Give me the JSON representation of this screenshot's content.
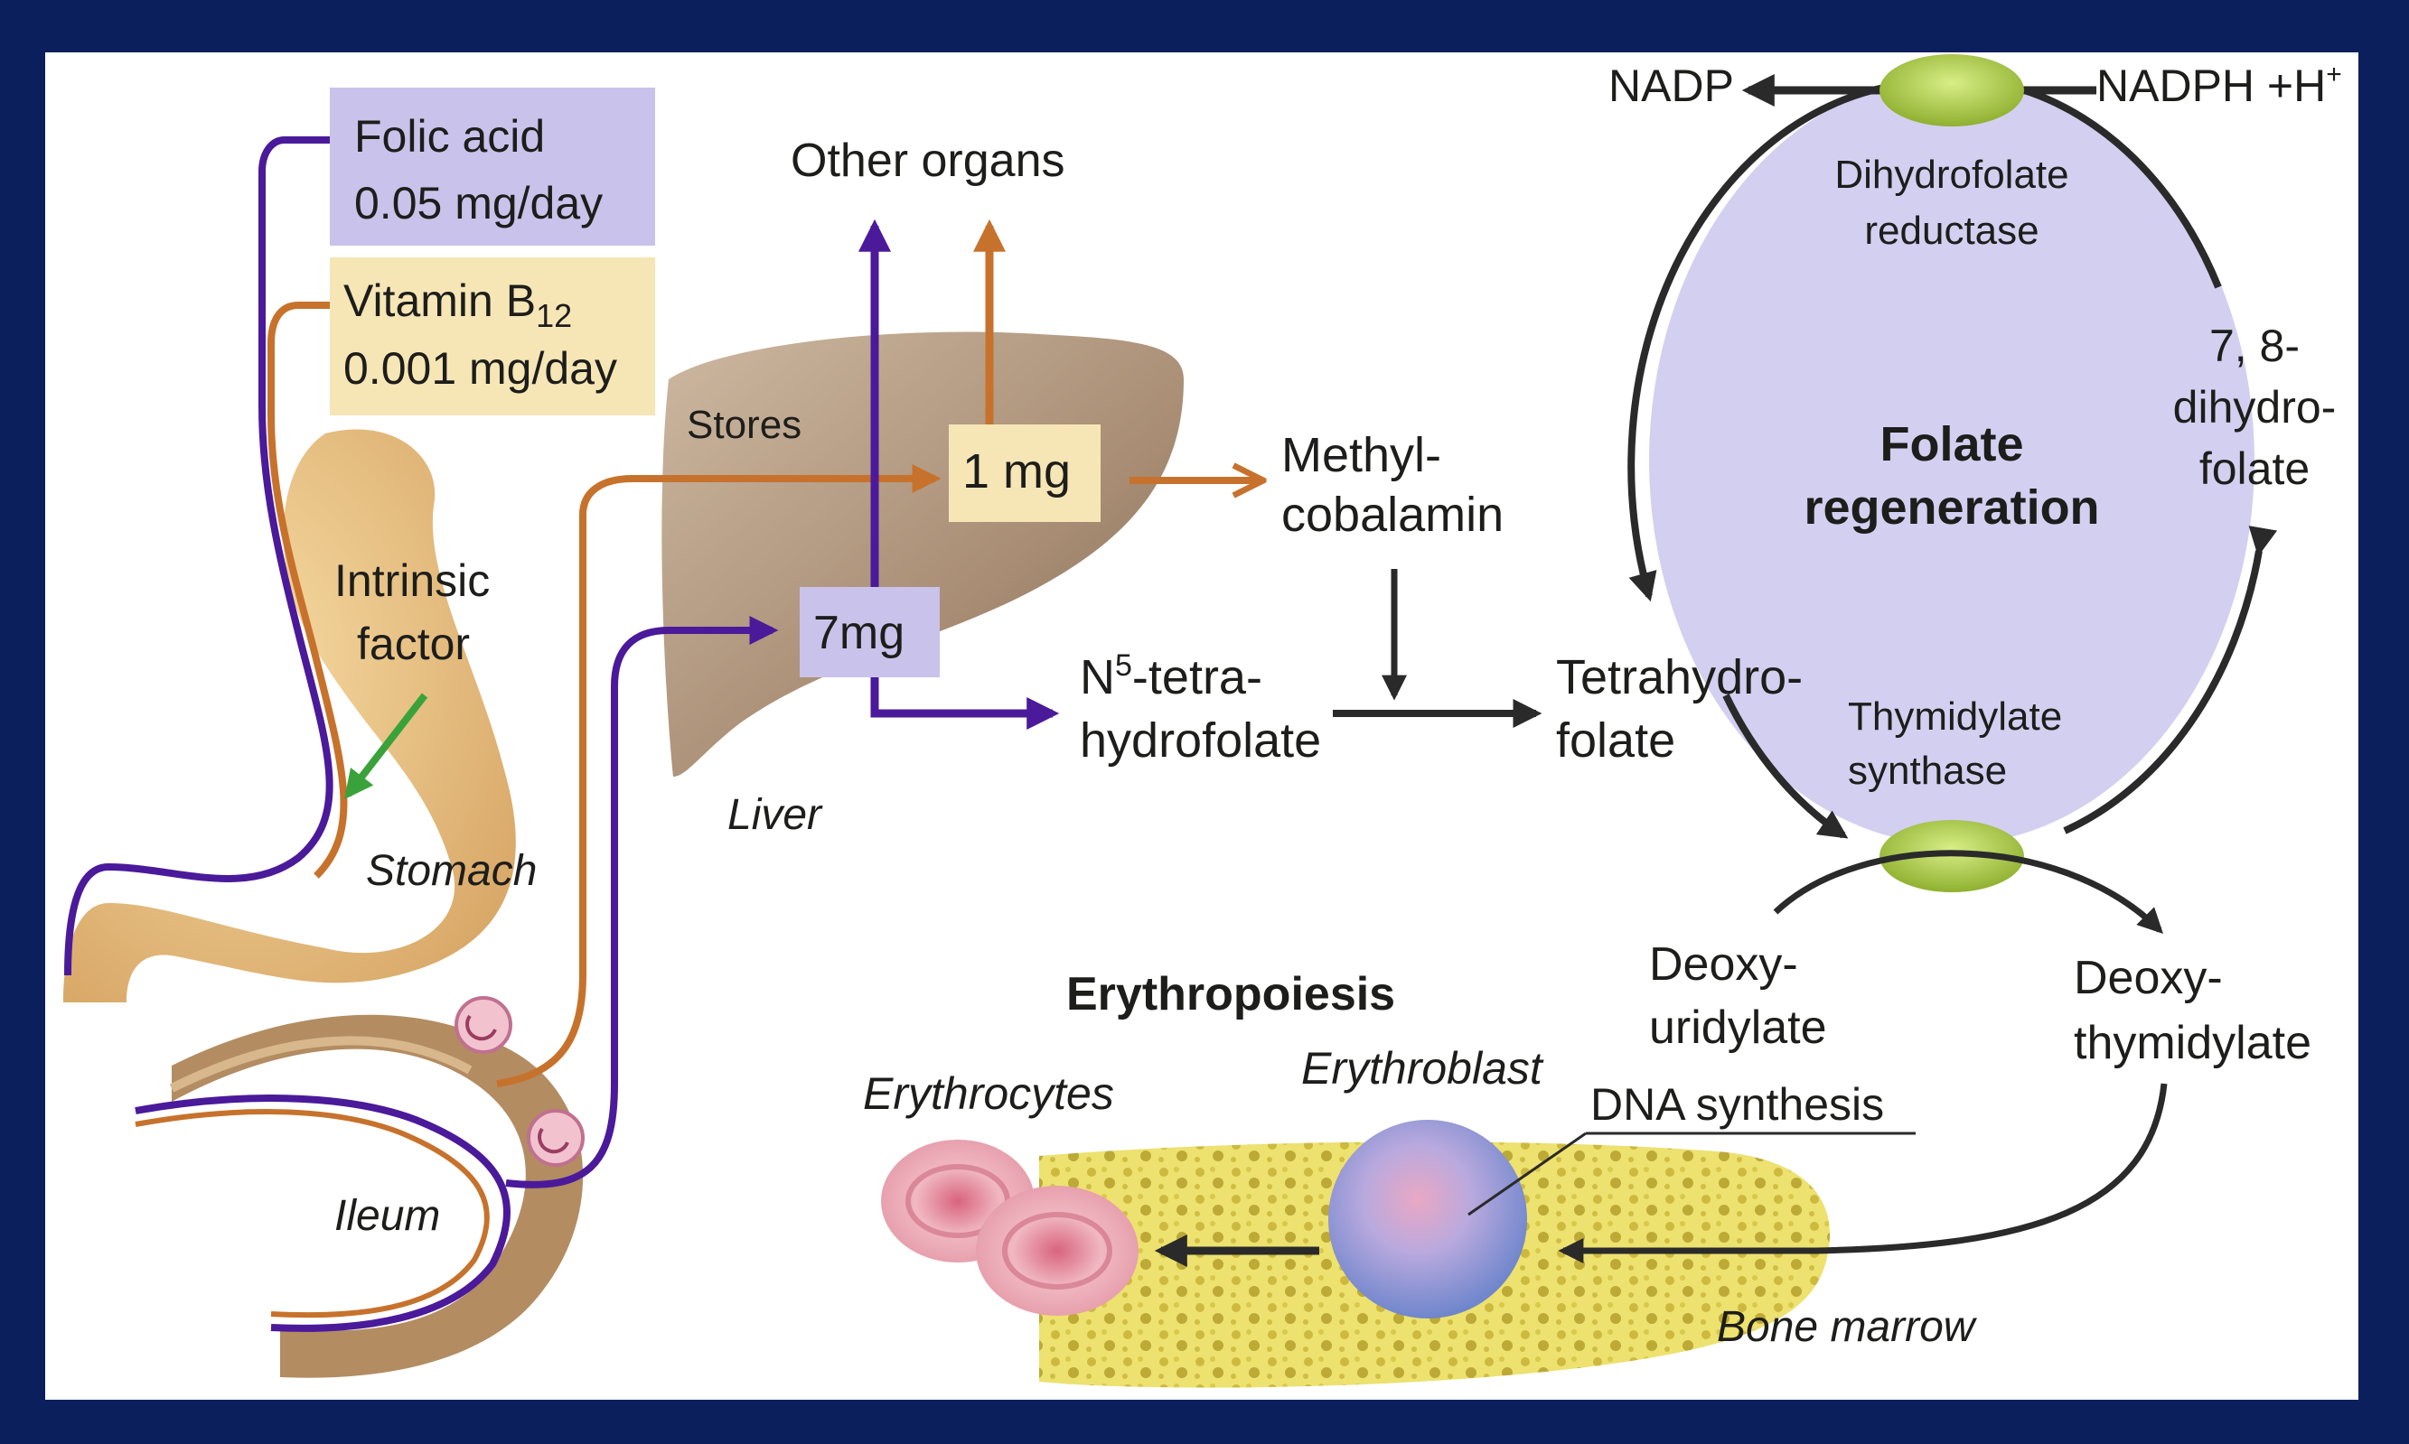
{
  "colors": {
    "frame": "#0b1f5c",
    "panel": "#ffffff",
    "folate_path": "#4a1a9a",
    "b12_path": "#c7722c",
    "folate_box": "#c9c2ea",
    "b12_box": "#f6e6b6",
    "cycle_fill": "#d3cff0",
    "enzyme": "#a7c63a",
    "arrow_dark": "#2a2a2a",
    "arrow_green": "#3aa23a"
  },
  "intake": {
    "folic_line1": "Folic acid",
    "folic_line2": "0.05 mg/day",
    "b12_main": "Vitamin B",
    "b12_sub": "12",
    "b12_line2": "0.001 mg/day"
  },
  "stomach": {
    "intrinsic_line1": "Intrinsic",
    "intrinsic_line2": "factor",
    "label": "Stomach"
  },
  "ileum": {
    "label": "Ileum"
  },
  "liver": {
    "stores": "Stores",
    "b12_amount": "1 mg",
    "folate_amount": "7mg",
    "label": "Liver",
    "other_organs": "Other organs"
  },
  "metabolites": {
    "methyl_line1": "Methyl-",
    "methyl_line2": "cobalamin",
    "n5_main": "N",
    "n5_sup": "5",
    "n5_rest": "-tetra-",
    "n5_line2": "hydrofolate",
    "thf_line1": "Tetrahydro-",
    "thf_line2": "folate"
  },
  "cycle": {
    "title_line1": "Folate",
    "title_line2": "regeneration",
    "dhfr_line1": "Dihydrofolate",
    "dhfr_line2": "reductase",
    "nadp": "NADP",
    "nadph_main": "NADPH +H",
    "nadph_sup": "+",
    "dhf_line1": "7, 8-",
    "dhf_line2": "dihydro-",
    "dhf_line3": "folate",
    "ts_line1": "Thymidylate",
    "ts_line2": "synthase",
    "dump_line1": "Deoxy-",
    "dump_line2": "uridylate",
    "dtmp_line1": "Deoxy-",
    "dtmp_line2": "thymidylate"
  },
  "erythro": {
    "title": "Erythropoiesis",
    "erythrocytes": "Erythrocytes",
    "erythroblast": "Erythroblast",
    "dna_synthesis": "DNA synthesis",
    "bone_marrow": "Bone marrow"
  }
}
